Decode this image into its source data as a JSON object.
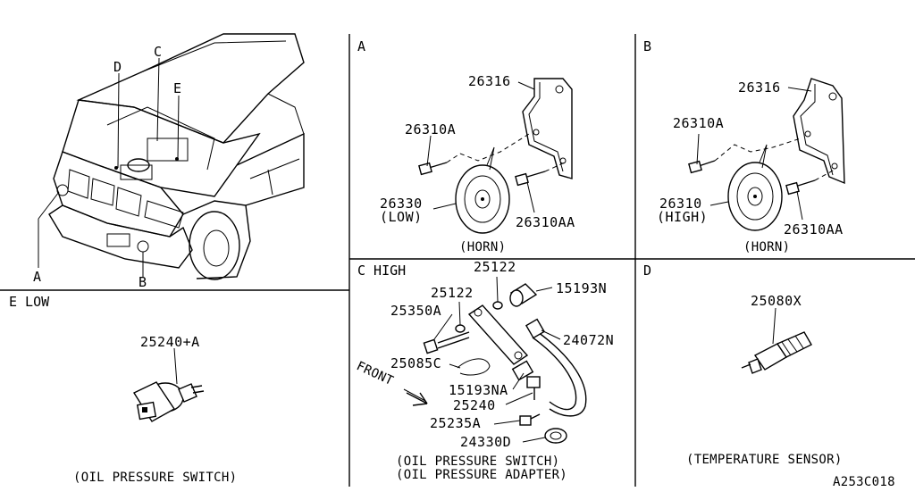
{
  "drawing_code": "A253C018",
  "vehicle": {
    "callouts": [
      "A",
      "B",
      "C",
      "D",
      "E"
    ]
  },
  "panels": {
    "A": {
      "letter": "A",
      "caption": "(HORN)",
      "parts": [
        "26316",
        "26310A",
        "26330",
        "(LOW)",
        "26310AA"
      ]
    },
    "B": {
      "letter": "B",
      "caption": "(HORN)",
      "parts": [
        "26316",
        "26310A",
        "26310",
        "(HIGH)",
        "26310AA"
      ]
    },
    "C": {
      "letter": "C  HIGH",
      "caption1": "(OIL PRESSURE SWITCH)",
      "caption2": "(OIL PRESSURE ADAPTER)",
      "front": "FRONT",
      "parts": [
        "25122",
        "15193N",
        "25122",
        "25350A",
        "24072N",
        "25085C",
        "15193NA",
        "25240",
        "25235A",
        "24330D"
      ]
    },
    "D": {
      "letter": "D",
      "caption": "(TEMPERATURE SENSOR)",
      "parts": [
        "25080X"
      ]
    },
    "E": {
      "letter": "E  LOW",
      "caption": "(OIL PRESSURE SWITCH)",
      "parts": [
        "25240+A"
      ]
    }
  }
}
